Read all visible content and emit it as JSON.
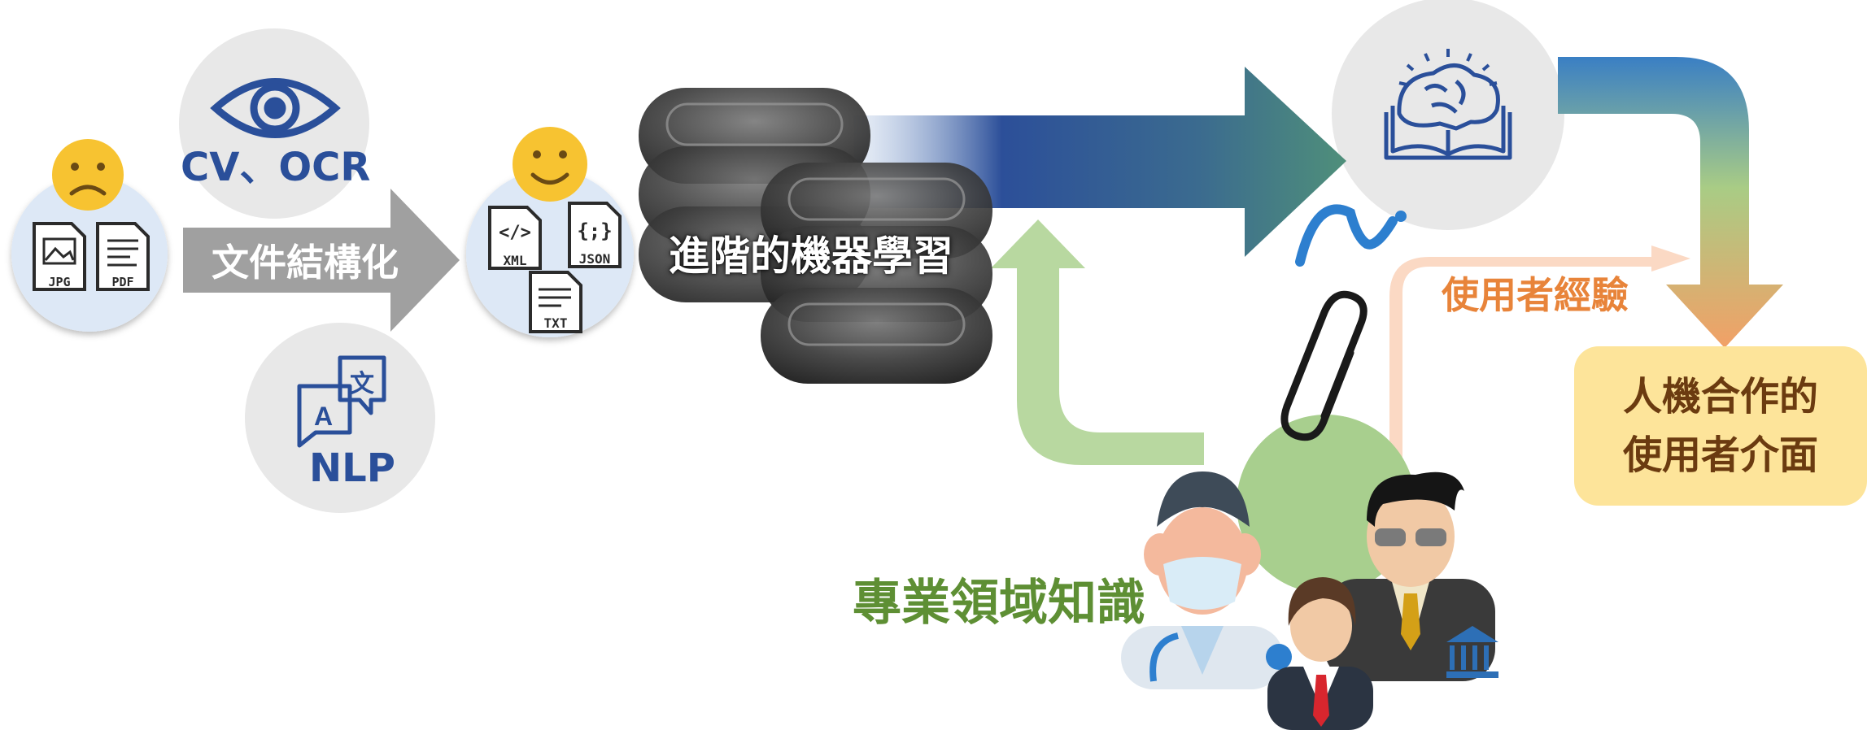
{
  "left_stage": {
    "cv_ocr_label": "CV、OCR",
    "nlp_label": "NLP",
    "structuring_label": "文件結構化",
    "raw_file_labels": [
      "JPG",
      "PDF"
    ],
    "structured_file_labels": [
      "XML",
      "JSON",
      "TXT"
    ],
    "json_icon_glyph": "{;}",
    "xml_icon_glyph": "</>",
    "translate_glyph_a": "A",
    "translate_glyph_b": "文"
  },
  "center": {
    "ml_label": "進階的機器學習"
  },
  "right": {
    "ux_label": "使用者經驗",
    "hci_line1": "人機合作的",
    "hci_line2": "使用者介面",
    "domain_label": "專業領域知識"
  },
  "colors": {
    "icon_blue": "#2a4f9a",
    "ux_orange": "#e8843a",
    "domain_green": "#5e8f34",
    "hci_box": "#fde49a"
  },
  "icons": [
    "sad-face-icon",
    "smile-face-icon",
    "eye-icon",
    "translate-icon",
    "brain-book-icon",
    "paperclip-icon",
    "brand-logo-icon",
    "doctor-icon",
    "officer-icon",
    "businessman-icon",
    "bank-icon"
  ]
}
